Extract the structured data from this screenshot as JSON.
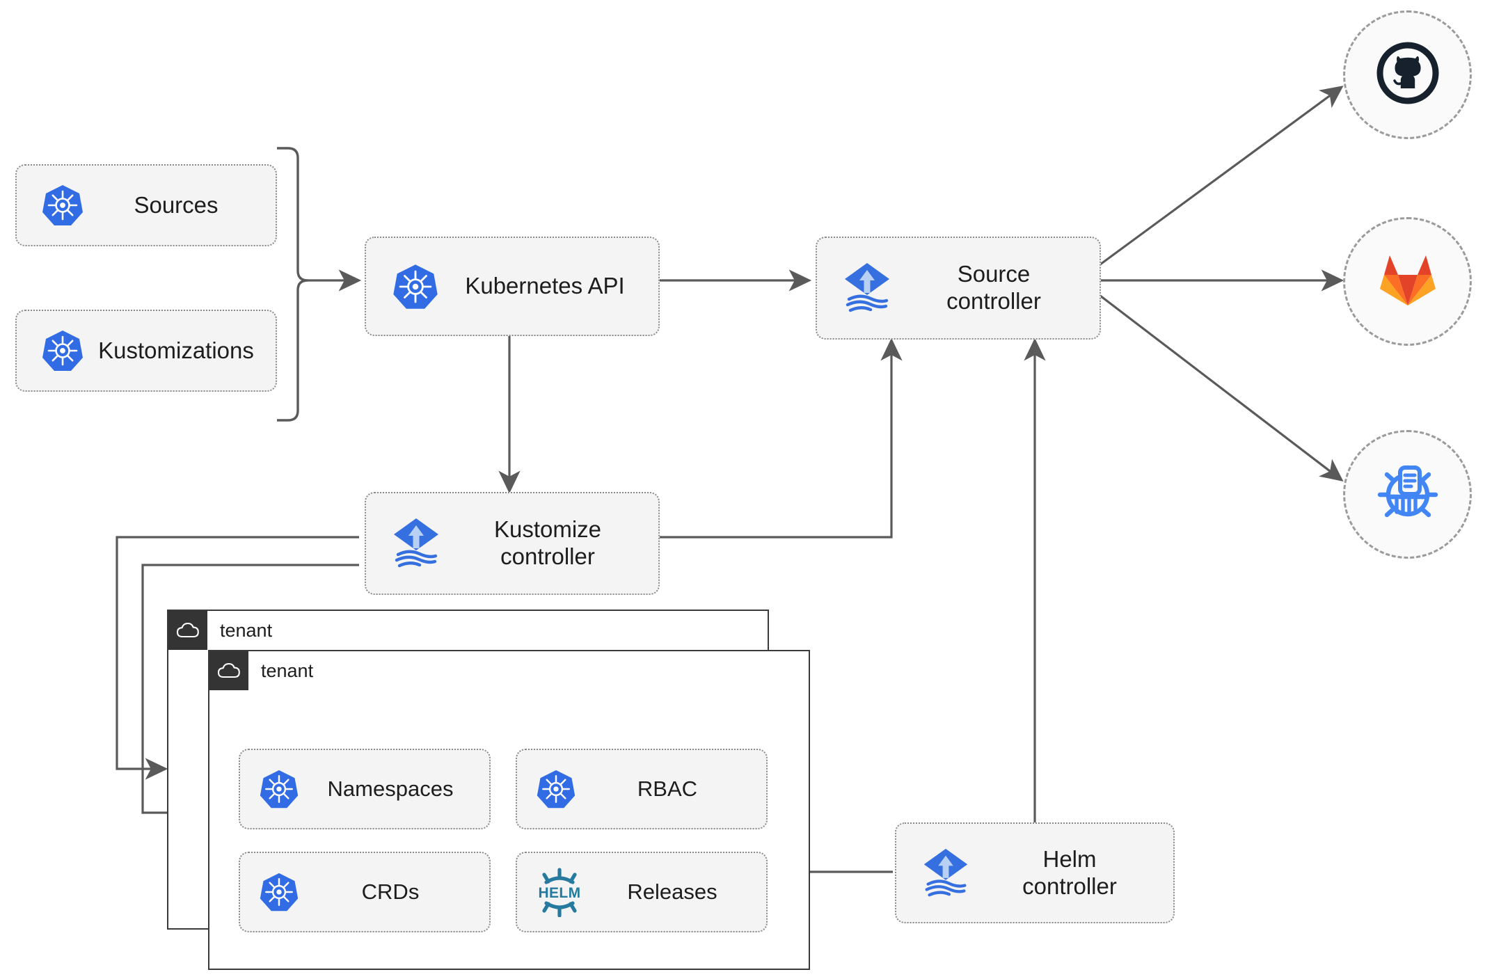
{
  "diagram": {
    "title": "Flux GitOps architecture",
    "colors": {
      "node_fill": "#f4f4f4",
      "node_border": "#8a8a8a",
      "wire": "#5a5a5a",
      "tenant_border": "#3a3a3a",
      "tenant_chip": "#343434",
      "kubernetes_blue": "#326ce5",
      "flux_blue": "#3670e0",
      "helm_teal": "#277a9f",
      "github_dark": "#16212d",
      "gitlab_orange": "#e24329",
      "gitlab_amber": "#fca326",
      "chartmuseum_blue": "#4285f4"
    }
  },
  "nodes": {
    "sources": {
      "label": "Sources",
      "icon": "kubernetes-icon"
    },
    "kustomizations": {
      "label": "Kustomizations",
      "icon": "kubernetes-icon"
    },
    "kubernetes_api": {
      "label": "Kubernetes API",
      "icon": "kubernetes-icon"
    },
    "source_controller": {
      "label": "Source\ncontroller",
      "icon": "flux-icon"
    },
    "kustomize_controller": {
      "label": "Kustomize\ncontroller",
      "icon": "flux-icon"
    },
    "helm_controller": {
      "label": "Helm\ncontroller",
      "icon": "flux-icon"
    },
    "namespaces": {
      "label": "Namespaces",
      "icon": "kubernetes-icon"
    },
    "rbac": {
      "label": "RBAC",
      "icon": "kubernetes-icon"
    },
    "crds": {
      "label": "CRDs",
      "icon": "kubernetes-icon"
    },
    "releases": {
      "label": "Releases",
      "icon": "helm-icon"
    }
  },
  "tenants": [
    {
      "label": "tenant",
      "icon": "cloud-icon"
    },
    {
      "label": "tenant",
      "icon": "cloud-icon"
    }
  ],
  "endpoints": [
    {
      "name": "github",
      "icon": "github-icon"
    },
    {
      "name": "gitlab",
      "icon": "gitlab-icon"
    },
    {
      "name": "chartmuseum",
      "icon": "chartmuseum-icon"
    }
  ]
}
